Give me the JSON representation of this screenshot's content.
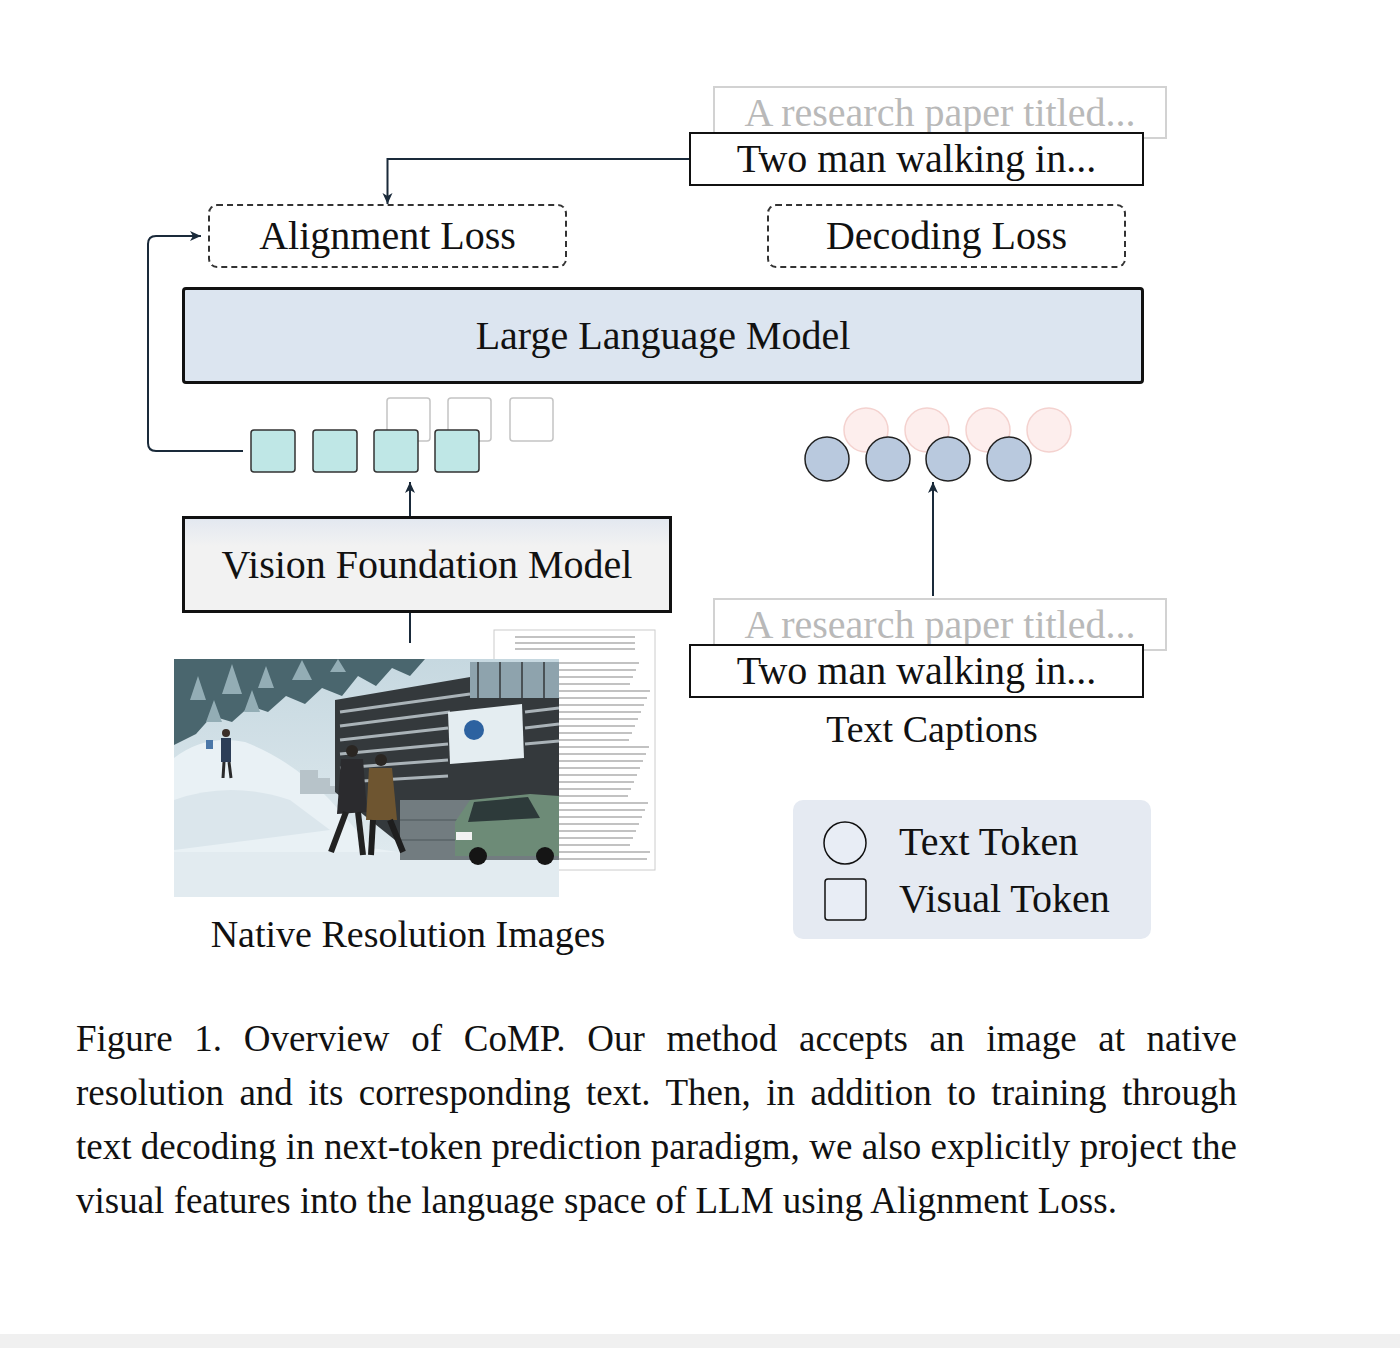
{
  "diagram": {
    "caption": "Figure 1. Overview of CoMP. Our method accepts an image at native resolution and its corresponding text. Then, in addition to training through text decoding in next-token prediction paradigm, we also explicitly project the visual features into the language space of LLM using Alignment Loss.",
    "nodes": [
      {
        "text": [
          "A research paper titled..."
        ]
      },
      {
        "text": [
          "Two man walking in..."
        ]
      },
      {
        "text": [
          "Alignment Loss"
        ]
      },
      {
        "text": [
          "Decoding Loss"
        ]
      },
      {
        "text": [
          "Large Language Model"
        ]
      },
      {
        "text": [
          "Vision Foundation Model"
        ]
      },
      {
        "text": [
          "A research paper titled..."
        ]
      },
      {
        "text": [
          "Two man walking in..."
        ]
      }
    ],
    "edges": [
      {
        "from": 1,
        "to": 2,
        "arrow": "to"
      }
    ],
    "labels": [
      "Native Resolution Images",
      "Text Captions"
    ],
    "legend": [
      {
        "text": "Text Token"
      },
      {
        "text": "Visual Token"
      }
    ]
  }
}
